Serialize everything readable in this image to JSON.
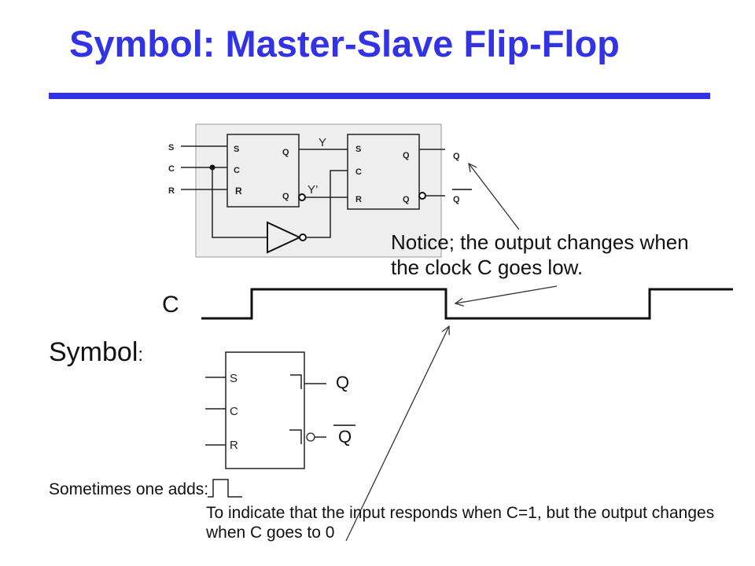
{
  "slide": {
    "title": "Symbol: Master-Slave Flip-Flop"
  },
  "colors": {
    "accent": "#3333e6",
    "circuit_background": "#eeeeee"
  },
  "circuit": {
    "inputs": {
      "s": "S",
      "c": "C",
      "r": "R"
    },
    "master": {
      "s": "S",
      "c": "C",
      "r": "R",
      "q": "Q",
      "q_bar": "Q"
    },
    "slave": {
      "s": "S",
      "c": "C",
      "r": "R",
      "q": "Q",
      "q_bar": "Q"
    },
    "signals": {
      "y": "Y",
      "y_bar": "Y’"
    },
    "outputs": {
      "q": "Q",
      "q_bar": "Q"
    }
  },
  "annotation": {
    "line1": "Notice; the output changes when",
    "line2": "the clock C goes low."
  },
  "clock": {
    "label": "C"
  },
  "symbol_heading": {
    "word": "Symbol",
    "colon": ":"
  },
  "symbol": {
    "s": "S",
    "c": "C",
    "r": "R",
    "q": "Q",
    "q_bar": "Q"
  },
  "note": {
    "lead": "Sometimes one adds:",
    "line1": "To indicate that the input responds when C=1, but the output changes",
    "line2": "when C goes to 0"
  }
}
